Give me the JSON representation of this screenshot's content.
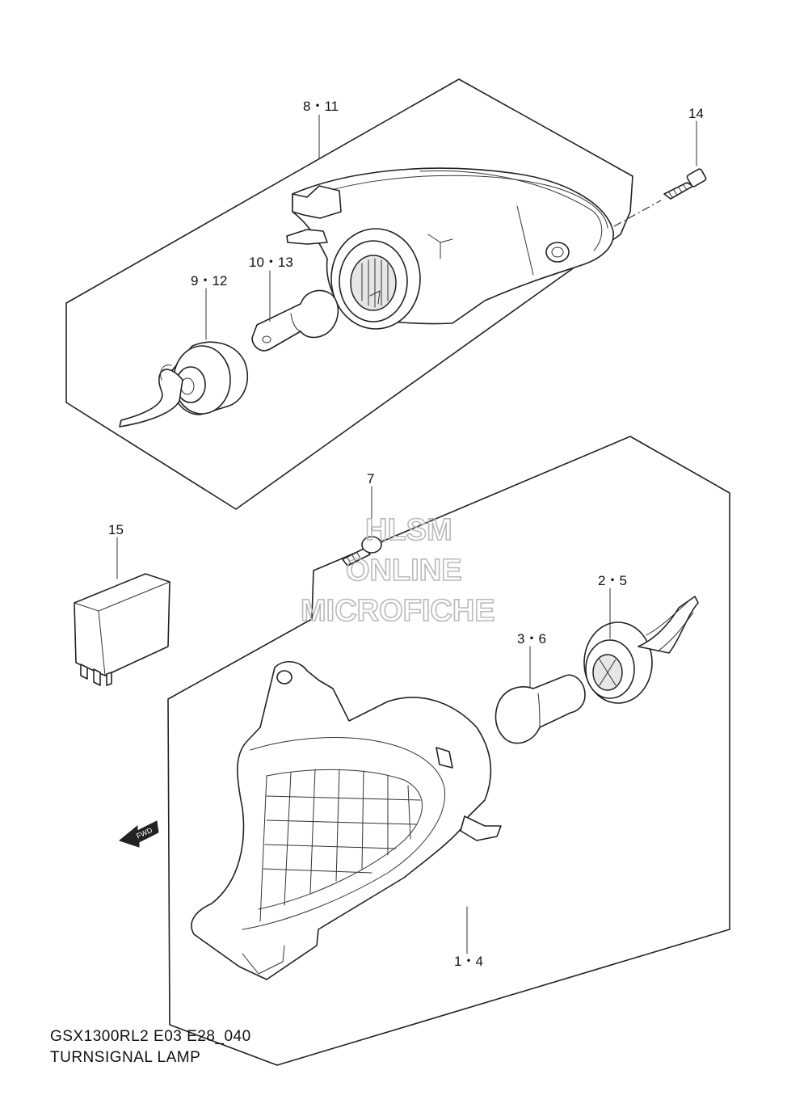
{
  "callouts": {
    "c_8_11": "8・11",
    "c_14": "14",
    "c_10_13": "10・13",
    "c_9_12": "9・12",
    "c_7": "7",
    "c_15": "15",
    "c_2_5": "2・5",
    "c_3_6": "3・6",
    "c_1_4": "1・4"
  },
  "watermark": {
    "line1": "HLSM",
    "line2": "ONLINE",
    "line3": "MICROFICHE"
  },
  "fwd_label": "FWD",
  "footer": {
    "model_code": "GSX1300RL2 E03 E28_040",
    "section_title": "TURNSIGNAL LAMP"
  }
}
